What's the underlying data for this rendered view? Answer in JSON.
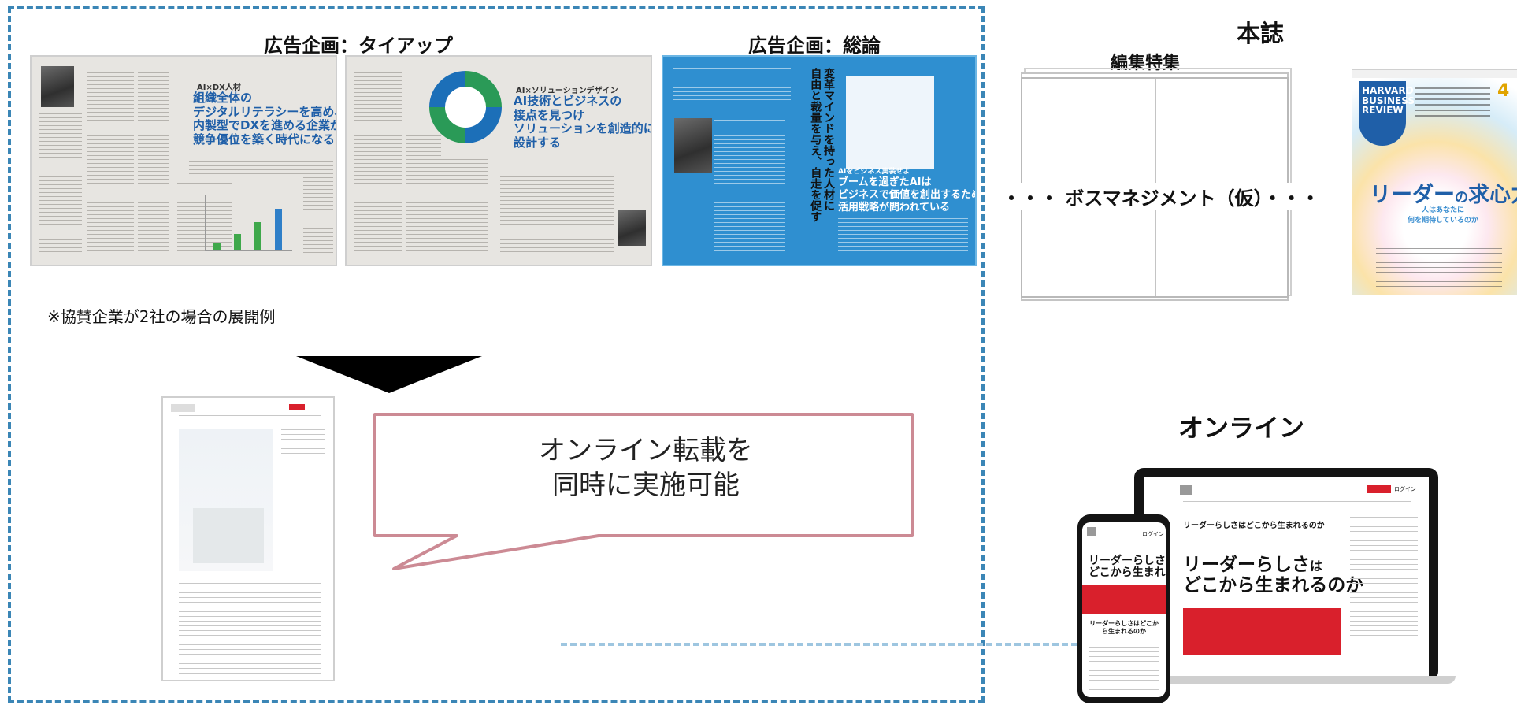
{
  "left_panel": {
    "tieup_heading": "広告企画：タイアップ",
    "overview_heading": "広告企画：総論",
    "note": "※協賛企業が2社の場合の展開例",
    "callout": {
      "line1": "オンライン転載を",
      "line2": "同時に実施可能"
    },
    "spread1": {
      "tag": "AI×DX人材",
      "headline": "組織全体の\nデジタルリテラシーを高め、\n内製型でDXを進める企業が\n競争優位を築く時代になる",
      "chart_bars": [
        0.12,
        0.28,
        0.5,
        0.74
      ]
    },
    "spread2": {
      "tag": "AI×ソリューションデザイン",
      "headline": "AI技術とビジネスの\n接点を見つけ\nソリューションを創造的に\n設計する"
    },
    "spread3": {
      "vertical_headline": "変革マインドを持った人材に\n自由と裁量を与え、自走を促す",
      "kicker": "AIをビジネス実装せよ",
      "headline": "ブームを過ぎたAIは\nビジネスで価値を創出するための\n活用戦略が問われている"
    }
  },
  "right_panel": {
    "magazine_heading": "本誌",
    "feature_label": "編集特集",
    "boss_label": "・・・ ボスマネジメント（仮）・・・",
    "cover": {
      "brand_line1": "HARVARD",
      "brand_line2": "BUSINESS",
      "brand_line3": "REVIEW",
      "issue": "4",
      "title_main": "リーダー",
      "title_no": "の",
      "title_end": "求心力",
      "subtitle": "人はあなたに\n何を期待しているのか"
    },
    "online_heading": "オンライン",
    "laptop": {
      "headline_small": "リーダーらしさはどこから生まれるのか",
      "headline_big_1": "リーダーらしさ",
      "headline_big_ha": "は",
      "headline_big_2": "どこから生まれるのか",
      "login": "ログイン"
    },
    "phone": {
      "headline_big_1": "リーダーらしさ",
      "headline_big_ha": "は",
      "headline_big_2": "どこから生まれるのか",
      "headline_small": "リーダーらしさはどこから生まれるのか",
      "login": "ログイン"
    }
  },
  "colors": {
    "dash_blue": "#3b86b6",
    "callout_border": "#cc8a94",
    "accent_red": "#d9202c",
    "cover_blue": "#1f5fa8"
  }
}
